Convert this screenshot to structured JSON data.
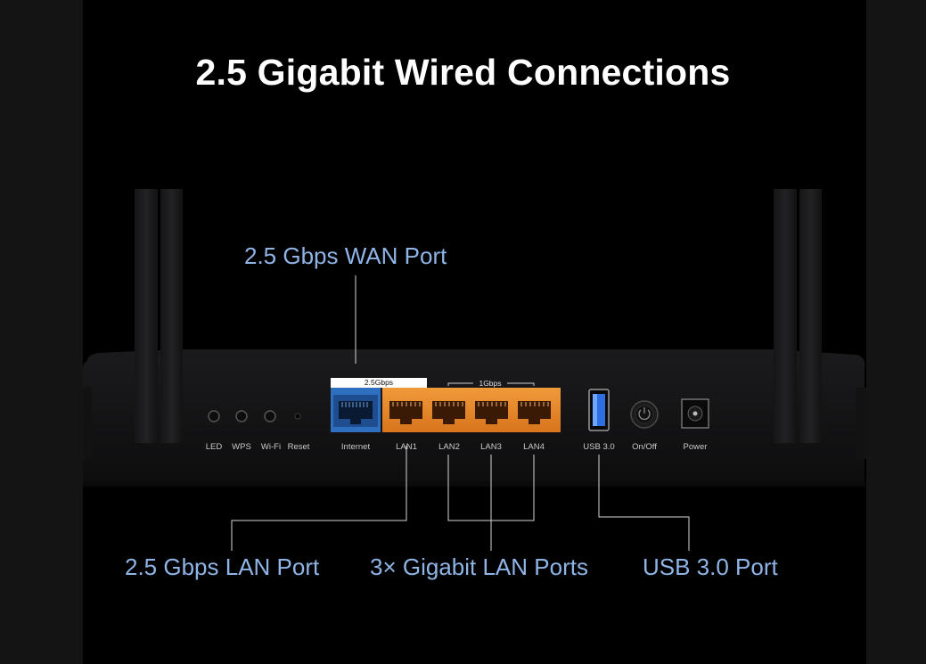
{
  "headline": "2.5 Gigabit Wired Connections",
  "callouts": {
    "wan": "2.5 Gbps WAN Port",
    "lan25": "2.5 Gbps LAN Port",
    "gigabit": "3× Gigabit LAN Ports",
    "usb": "USB 3.0 Port"
  },
  "speed_tags": {
    "internet": "2.5Gbps",
    "lan_group": "1Gbps"
  },
  "port_labels": {
    "led": "LED",
    "wps": "WPS",
    "wifi": "Wi-Fi",
    "reset": "Reset",
    "internet": "Internet",
    "lan1": "LAN1",
    "lan2": "LAN2",
    "lan3": "LAN3",
    "lan4": "LAN4",
    "usb": "USB 3.0",
    "onoff": "On/Off",
    "power": "Power"
  },
  "colors": {
    "callout": "#8fb4e6",
    "wan_port": "#2f6fc0",
    "lan_port": "#e8892a",
    "background": "#000000"
  }
}
